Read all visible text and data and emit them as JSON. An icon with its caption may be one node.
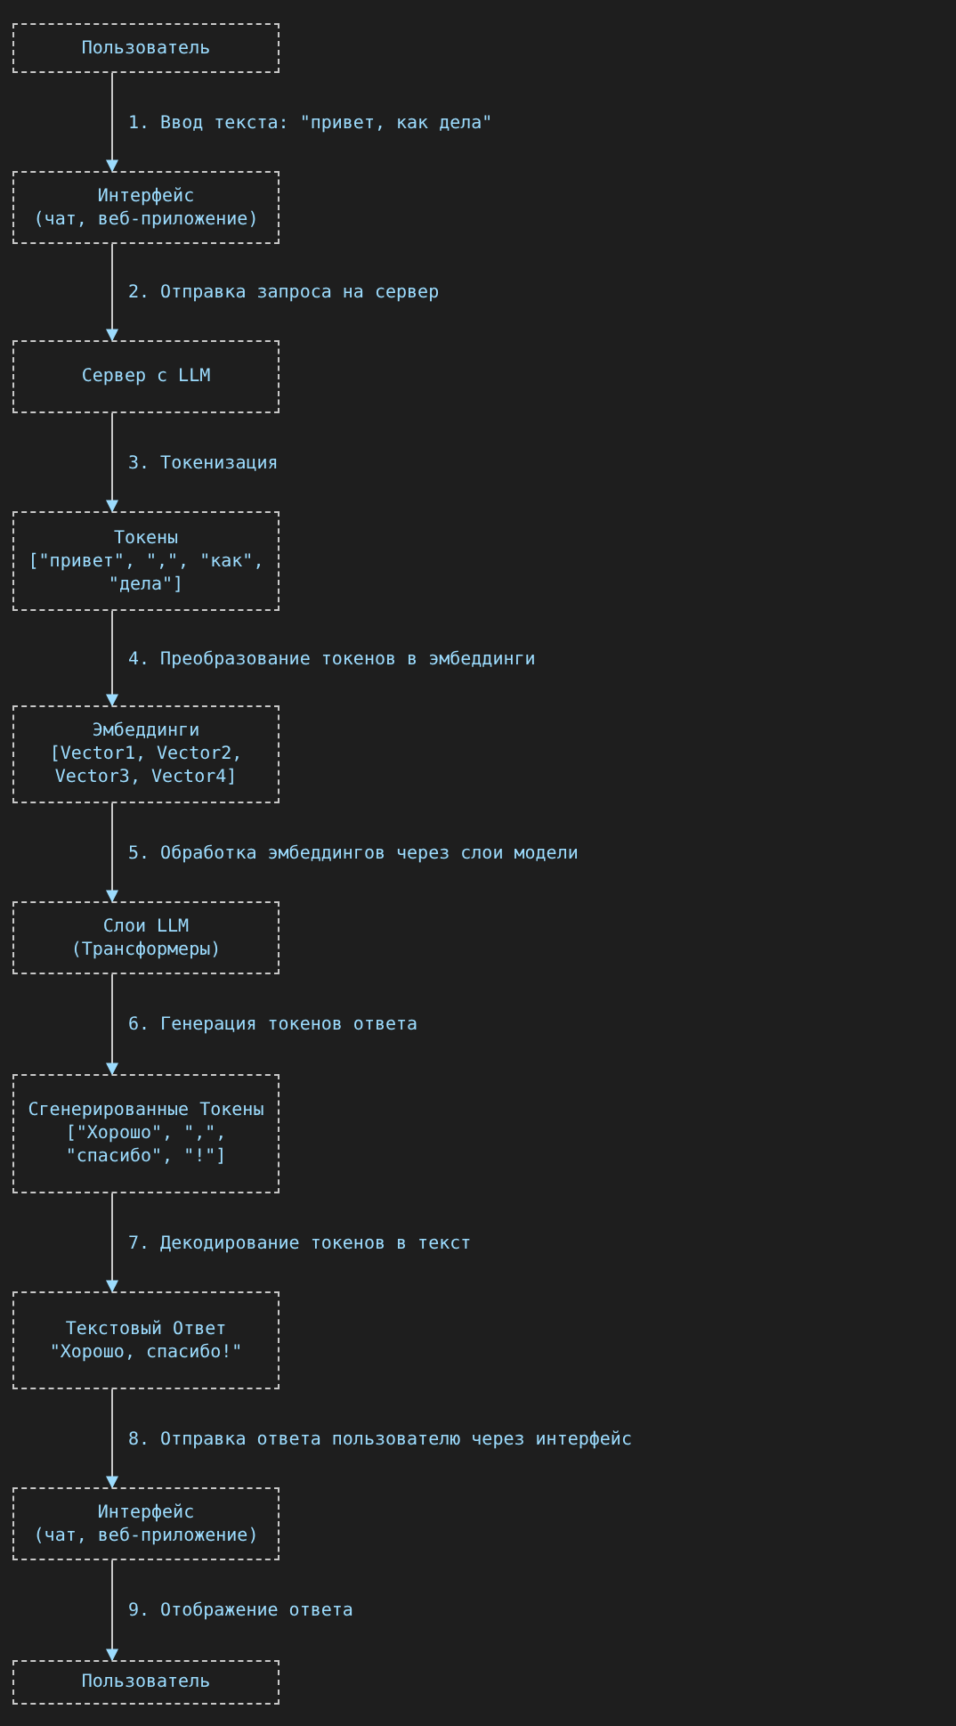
{
  "diagram": {
    "nodes": [
      {
        "text": [
          "Пользователь"
        ]
      },
      {
        "text": [
          "Интерфейс",
          "(чат, веб-приложение)"
        ]
      },
      {
        "text": [
          "Сервер с LLM"
        ]
      },
      {
        "text": [
          "Токены",
          "[\"привет\", \",\", \"как\", \"дела\"]"
        ]
      },
      {
        "text": [
          "Эмбеддинги",
          "[Vector1, Vector2, Vector3, Vector4]"
        ]
      },
      {
        "text": [
          "Слои LLM",
          "(Трансформеры)"
        ]
      },
      {
        "text": [
          "Сгенерированные Токены",
          "[\"Хорошо\", \",\", \"спасибо\", \"!\"]"
        ]
      },
      {
        "text": [
          "Текстовый Ответ",
          "\"Хорошо, спасибо!\""
        ]
      },
      {
        "text": [
          "Интерфейс",
          "(чат, веб-приложение)"
        ]
      },
      {
        "text": [
          "Пользователь"
        ]
      }
    ],
    "edges": [
      {
        "from": 0,
        "to": 1,
        "arrow": "to",
        "label": "1. Ввод текста: \"привет, как дела\""
      },
      {
        "from": 1,
        "to": 2,
        "arrow": "to",
        "label": "2. Отправка запроса на сервер"
      },
      {
        "from": 2,
        "to": 3,
        "arrow": "to",
        "label": "3. Токенизация"
      },
      {
        "from": 3,
        "to": 4,
        "arrow": "to",
        "label": "4. Преобразование токенов в эмбеддинги"
      },
      {
        "from": 4,
        "to": 5,
        "arrow": "to",
        "label": "5. Обработка эмбеддингов через слои модели"
      },
      {
        "from": 5,
        "to": 6,
        "arrow": "to",
        "label": "6. Генерация токенов ответа"
      },
      {
        "from": 6,
        "to": 7,
        "arrow": "to",
        "label": "7. Декодирование токенов в текст"
      },
      {
        "from": 7,
        "to": 8,
        "arrow": "to",
        "label": "8. Отправка ответа пользователю через интерфейс"
      },
      {
        "from": 8,
        "to": 9,
        "arrow": "to",
        "label": "9. Отображение ответа"
      }
    ]
  }
}
